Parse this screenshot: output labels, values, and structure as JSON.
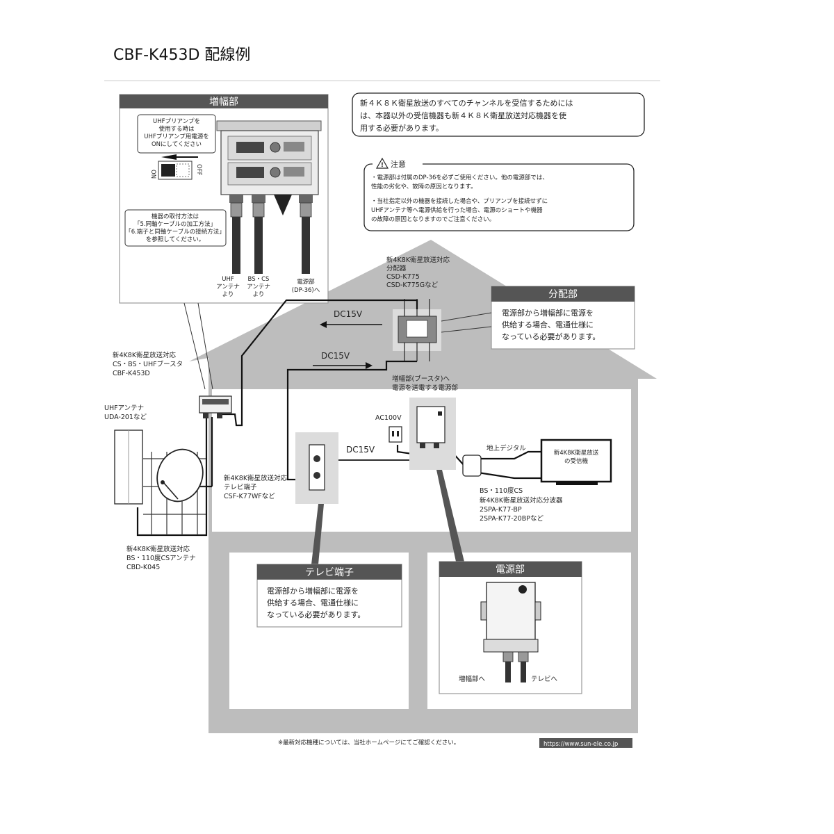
{
  "title": "CBF-K453D 配線例",
  "notice": [
    "新４Ｋ８Ｋ衛星放送のすべてのチャンネルを受信するためには",
    "は、本器以外の受信機器も新４Ｋ８Ｋ衛星放送対応機器を使",
    "用する必要があります。"
  ],
  "caution": {
    "header": "注意",
    "lines": [
      "・電源部は付属のDP-36を必ずご使用ください。他の電源部では、",
      "  性能の劣化や、故障の原因となります。",
      "・当社指定以外の機器を接続した場合や、プリアンプを接続せずに",
      "  UHFアンテナ等へ電源供給を行った場合、電源のショートや機器",
      "  の故障の原因となりますのでご注意ください。"
    ]
  },
  "amplifier_panel": {
    "header": "増幅部",
    "note": [
      "UHFプリアンプを",
      "使用する時は",
      "UHFプリアンプ用電源を",
      "ONにしてください"
    ],
    "switch_on": "ON",
    "switch_off": "OFF",
    "wiring_note": [
      "機器の取付方法は",
      "「5.同軸ケーブルの加工方法」",
      "「6.端子と同軸ケーブルの接続方法」",
      "を参照してください。"
    ],
    "port_uhf": [
      "UHF",
      "アンテナ",
      "より"
    ],
    "port_bscs": [
      "BS・CS",
      "アンテナ",
      "より"
    ],
    "port_power": [
      "電源部",
      "(DP-36)へ"
    ]
  },
  "splitter_label": [
    "新4K8K衛星放送対応",
    "分配器",
    "CSD-K775",
    "CSD-K775Gなど"
  ],
  "splitter_panel": {
    "header": "分配部",
    "lines": [
      "電源部から増幅部に電源を",
      "供給する場合、電通仕様に",
      "なっている必要があります。"
    ]
  },
  "dc15v_a": "DC15V",
  "dc15v_b": "DC15V",
  "dc15v_c": "DC15V",
  "booster_label": [
    "新4K8K衛星放送対応",
    "CS・BS・UHFブースタ",
    "CBF-K453D"
  ],
  "uhf_antenna_label": [
    "UHFアンテナ",
    "UDA-201など"
  ],
  "power_supply_label": [
    "増幅部(ブースタ)へ",
    "電源を送電する電源部"
  ],
  "ac_label": "AC100V",
  "terminal_label": [
    "新4K8K衛星放送対応",
    "テレビ端子",
    "CSF-K77WFなど"
  ],
  "tv_screen": [
    "新4K8K衛星放送",
    "の受信機"
  ],
  "digital_label": "地上デジタル",
  "bs_label": "BS・110度CS",
  "separator_label": [
    "新4K8K衛星放送対応分波器",
    "2SPA-K77-BP",
    "2SPA-K77-20BPなど"
  ],
  "bs_antenna_label": [
    "新4K8K衛星放送対応",
    "BS・110度CSアンテナ",
    "CBD-K045"
  ],
  "tv_terminal_panel": {
    "header": "テレビ端子",
    "lines": [
      "電源部から増幅部に電源を",
      "供給する場合、電通仕様に",
      "なっている必要があります。"
    ]
  },
  "power_panel": {
    "header": "電源部",
    "to_amp": "増幅部へ",
    "to_tv": "テレビへ"
  },
  "footer": {
    "note": "※最新対応機種については、当社ホームページにてご確認ください。",
    "url": "https://www.sun-ele.co.jp"
  },
  "colors": {
    "house": "#bdbdbd",
    "panel_header": "#555555",
    "wire": "#111111"
  }
}
